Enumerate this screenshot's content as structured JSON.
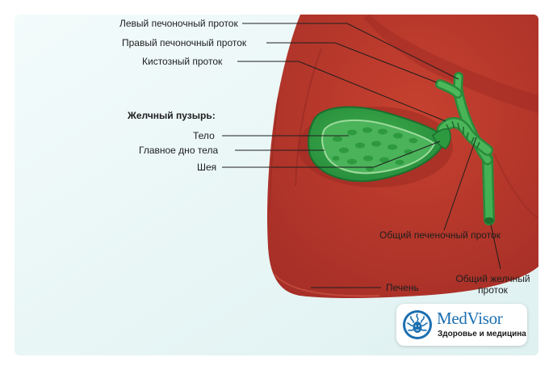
{
  "colors": {
    "background": "#e9f6f6",
    "liver": "#b8352c",
    "liver_dark": "#8e2620",
    "gallbladder": "#2f9c3e",
    "gallbladder_light": "#5cbf62",
    "duct": "#3aa64a",
    "leader": "#1e1e1e",
    "brand": "#1b6fb0"
  },
  "labels": {
    "left_hepatic_duct": "Левый печоночный проток",
    "right_hepatic_duct": "Правый печоночный проток",
    "cystic_duct": "Кистозный проток",
    "gallbladder_heading": "Желчный пузырь:",
    "body": "Тело",
    "fundus": "Главное дно тела",
    "neck": "Шея",
    "common_hepatic_duct": "Общий печеночный проток",
    "common_bile_duct": "Общий желчный проток",
    "liver": "Печень"
  },
  "logo": {
    "name": "MedVisor",
    "tagline": "Здоровье и медицина",
    "icon": "medusa-head-icon"
  }
}
